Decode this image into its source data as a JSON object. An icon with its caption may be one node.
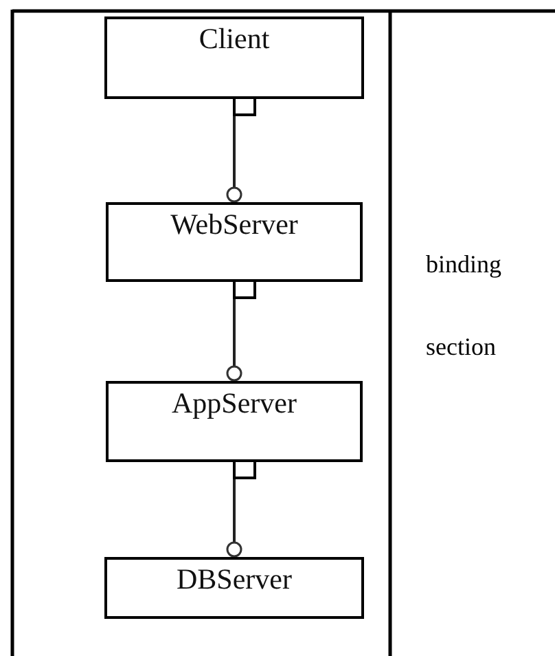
{
  "diagram": {
    "nodes": [
      {
        "text": [
          "Client"
        ]
      },
      {
        "text": [
          "WebServer"
        ]
      },
      {
        "text": [
          "AppServer"
        ]
      },
      {
        "text": [
          "DBServer"
        ]
      }
    ],
    "edges": [
      {
        "from": 0,
        "to": 1,
        "arrow": "other"
      },
      {
        "from": 1,
        "to": 2,
        "arrow": "other"
      },
      {
        "from": 2,
        "to": 3,
        "arrow": "other"
      }
    ],
    "labels": [
      "binding",
      "section"
    ]
  }
}
